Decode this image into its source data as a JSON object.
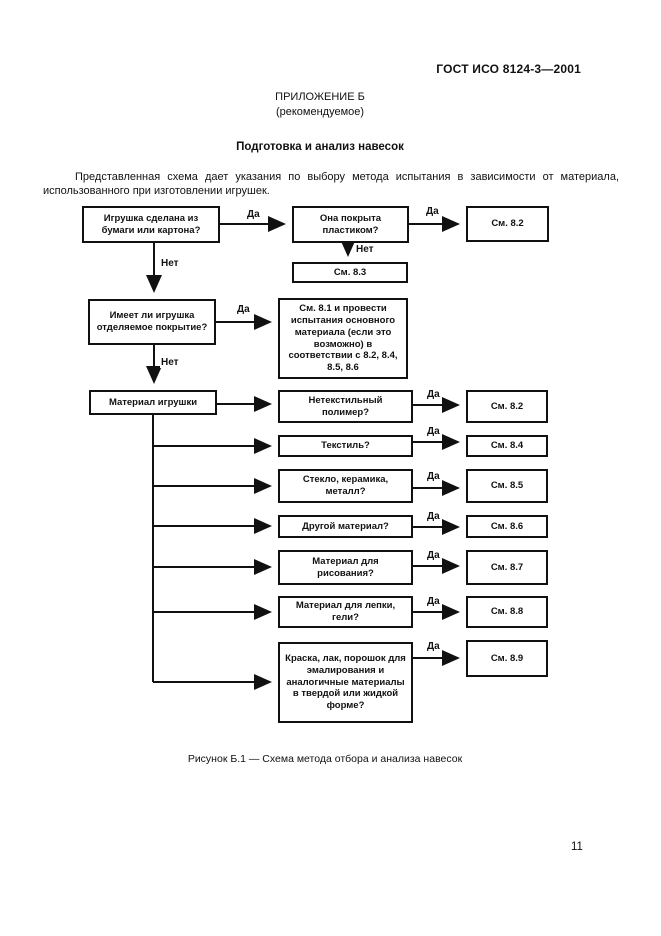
{
  "page": {
    "doc_number": "ГОСТ ИСО 8124-3—2001",
    "appendix_title": "ПРИЛОЖЕНИЕ Б",
    "appendix_subtitle": "(рекомендуемое)",
    "section_title": "Подготовка и анализ навесок",
    "intro": "Представленная схема дает указания по выбору метода испытания в зависимости от материала, использованного при изготовлении игрушек.",
    "caption": "Рисунок Б.1 — Схема метода отбора и анализа навесок",
    "page_number": "11"
  },
  "flowchart": {
    "labels": {
      "yes": "Да",
      "no": "Нет"
    },
    "boxes": {
      "q_paper": "Игрушка сделана из бумаги или картона?",
      "q_plastic": "Она покрыта пластиком?",
      "see_82_top": "См. 8.2",
      "see_83": "См. 8.3",
      "q_coating": "Имеет ли игрушка отделяемое покрытие?",
      "see_81": "См. 8.1 и провести испытания основного материала (если это возможно) в соответствии с 8.2, 8.4, 8.5, 8.6",
      "material": "Материал игрушки",
      "q_polymer": "Нетекстильный полимер?",
      "see_82": "См. 8.2",
      "q_textile": "Текстиль?",
      "see_84": "См. 8.4",
      "q_glass": "Стекло, керамика, металл?",
      "see_85": "См. 8.5",
      "q_other": "Другой материал?",
      "see_86": "См. 8.6",
      "q_drawing": "Материал для рисования?",
      "see_87": "См. 8.7",
      "q_modelling": "Материал для лепки, гели?",
      "see_88": "См. 8.8",
      "q_paint": "Краска, лак, порошок для эмалирования и аналогичные материалы в твердой или жидкой форме?",
      "see_89": "См. 8.9"
    }
  }
}
